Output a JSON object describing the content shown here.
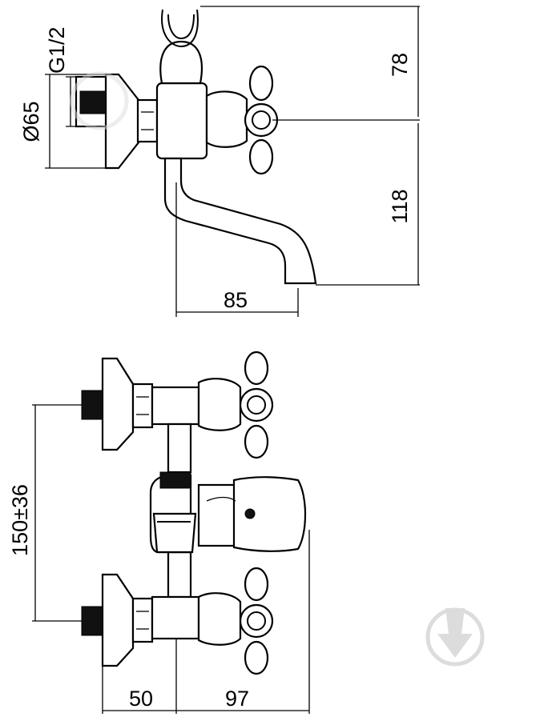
{
  "dimensions": {
    "top_view": {
      "thread": "G1/2",
      "diameter": "Ø65",
      "upper_height": "78",
      "lower_height": "118",
      "spout_reach": "85"
    },
    "front_view": {
      "center_distance": "150±36",
      "wall_to_axis": "50",
      "axis_to_front": "97"
    }
  },
  "watermark_icon": "shield-check-icon"
}
